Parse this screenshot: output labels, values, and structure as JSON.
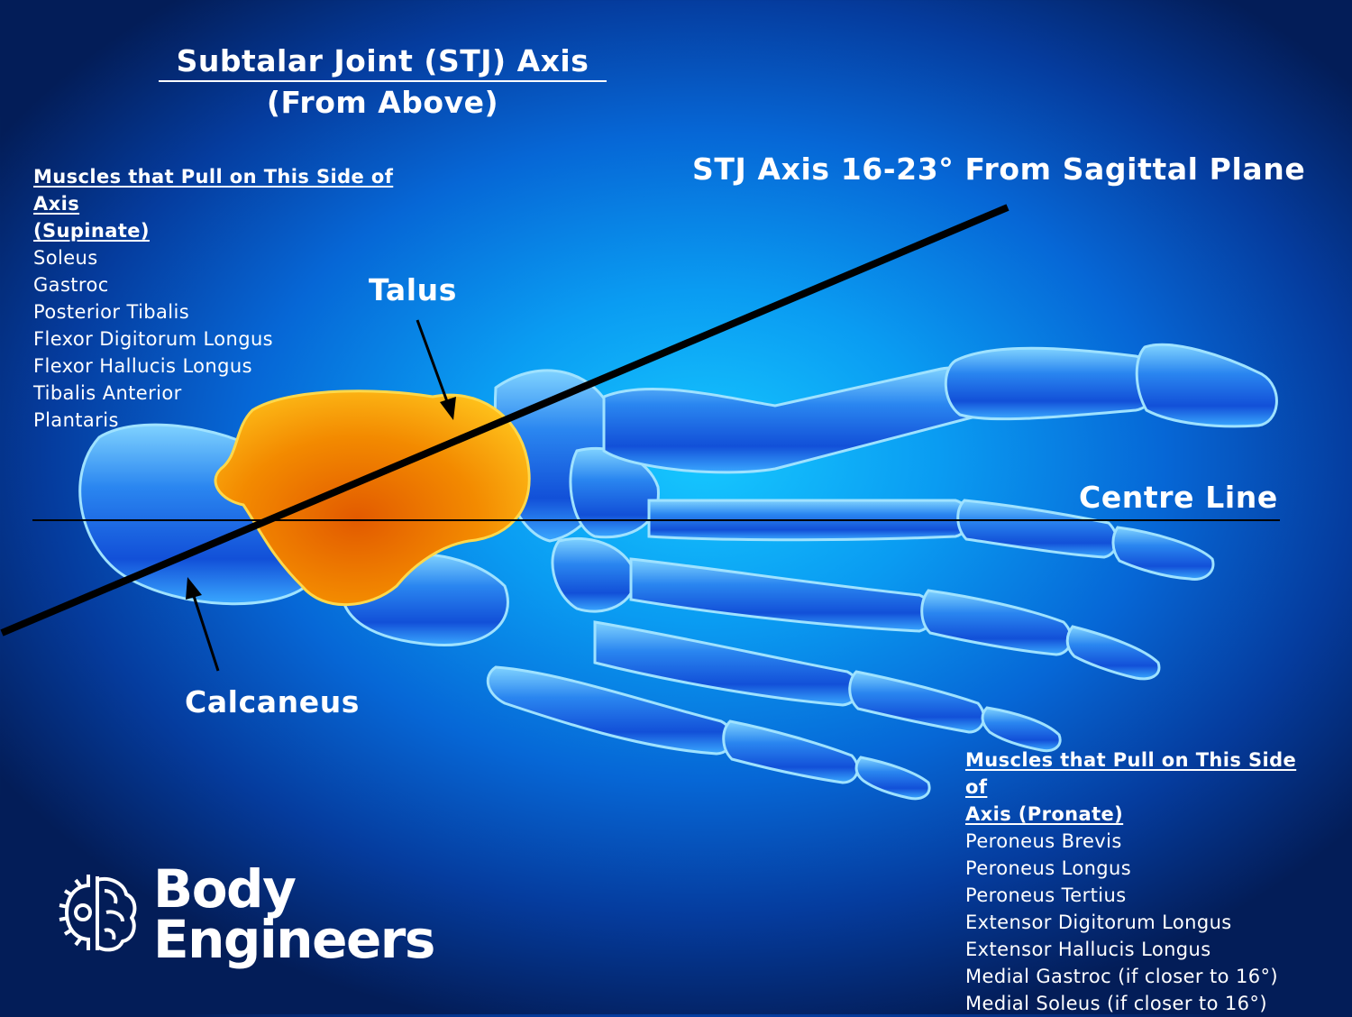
{
  "title": {
    "line1": "Subtalar Joint (STJ) Axis",
    "line2": "(From Above)"
  },
  "axis_label": "STJ Axis 16-23° From Sagittal Plane",
  "labels": {
    "talus": "Talus",
    "calcaneus": "Calcaneus",
    "centre_line": "Centre Line"
  },
  "supinate": {
    "heading_line1": "Muscles that Pull on This Side of Axis",
    "heading_line2": "(Supinate)",
    "muscles": [
      "Soleus",
      "Gastroc",
      "Posterior Tibalis",
      "Flexor Digitorum Longus",
      "Flexor Hallucis Longus",
      "Tibalis Anterior",
      "Plantaris"
    ]
  },
  "pronate": {
    "heading_line1": "Muscles that Pull on This Side of",
    "heading_line2": "Axis (Pronate)",
    "muscles": [
      "Peroneus Brevis",
      "Peroneus Longus",
      "Peroneus Tertius",
      "Extensor Digitorum Longus",
      "Extensor Hallucis Longus",
      "Medial Gastroc (if closer to 16°)",
      "Medial Soleus (if closer to 16°)"
    ]
  },
  "brand": {
    "line1": "Body",
    "line2": "Engineers"
  },
  "icons": [
    "brain-gear-logo-icon"
  ],
  "colors": {
    "bone": "#1a6fe8",
    "bone_highlight": "#8fd8ff",
    "talus": "#f07d00",
    "talus_highlight": "#ffc21a",
    "axis_line": "#000000",
    "text": "#ffffff"
  }
}
